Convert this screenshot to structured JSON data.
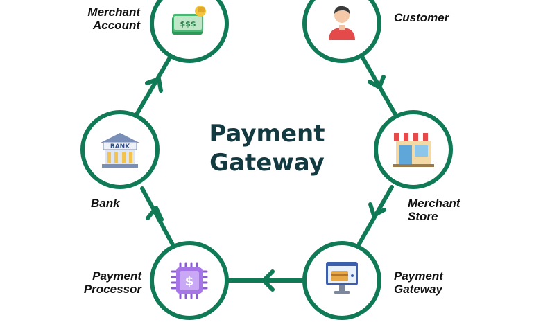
{
  "center_title": {
    "line1": "Payment",
    "line2": "Gateway"
  },
  "nodes": {
    "merchant_account": {
      "line1": "Merchant",
      "line2": "Account",
      "icon": "cash-stack-icon"
    },
    "customer": {
      "line1": "Customer",
      "icon": "customer-avatar-icon"
    },
    "merchant_store": {
      "line1": "Merchant",
      "line2": "Store",
      "icon": "storefront-icon"
    },
    "payment_gateway": {
      "line1": "Payment",
      "line2": "Gateway",
      "icon": "monitor-card-icon"
    },
    "payment_processor": {
      "line1": "Payment",
      "line2": "Processor",
      "icon": "chip-dollar-icon"
    },
    "bank": {
      "line1": "Bank",
      "icon": "bank-building-icon",
      "sign": "BANK"
    }
  },
  "colors": {
    "ring": "#0f7a55",
    "title": "#123a40",
    "label": "#111111"
  }
}
